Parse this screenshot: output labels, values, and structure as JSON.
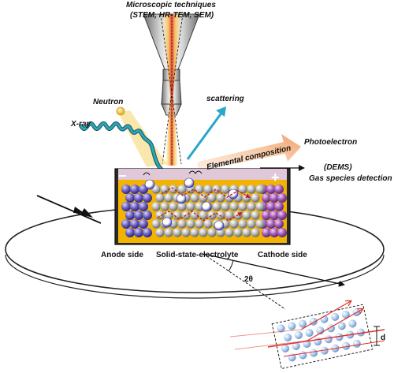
{
  "labels": {
    "microscopic_title": "Microscopic techniques",
    "microscopic_methods": "(STEM, HR-TEM, SEM)",
    "neutron": "Neutron",
    "scattering": "scattering",
    "xray": "X-ray",
    "photoelectron": "Photoelectron",
    "elemental_composition": "Elemental composition",
    "dems": "(DEMS)",
    "gas_detection": "Gas species detection",
    "anode_side": "Anode side",
    "electrolyte": "Solid-state-electrolyte",
    "cathode_side": "Cathode side",
    "two_theta": "2θ",
    "d_spacing": "d",
    "minus": "−",
    "plus": "+"
  },
  "colors": {
    "anode_particle": "#6a5fc0",
    "cathode_particle": "#a45ab8",
    "electrolyte_particle": "#b8b8b8",
    "xray_coil": "#1f8fa0",
    "scattering_arrow": "#29a6c9",
    "photoelectron_arrow": "#f2a36a",
    "neutron_beam": "#f6d46a",
    "current_collector": "#f2b400",
    "crystal_atom": "#a9c9ec",
    "diffraction_ray": "#e0302a"
  },
  "icons": {
    "anode_pole": "minus-sign",
    "cathode_pole": "plus-sign"
  }
}
